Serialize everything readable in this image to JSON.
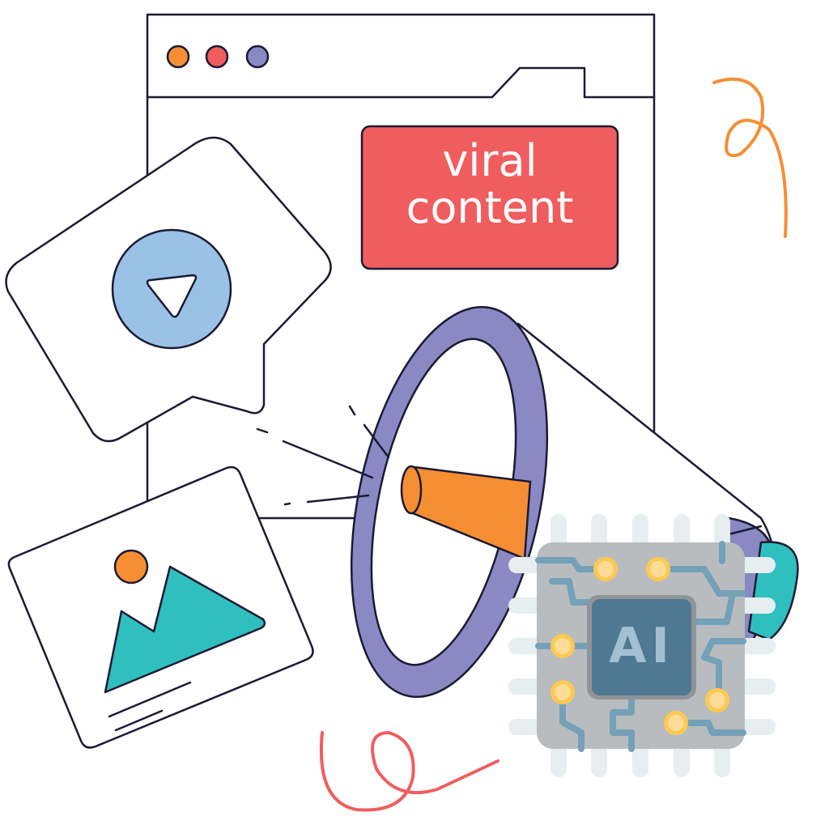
{
  "banner": {
    "line1": "viral",
    "line2": "content"
  },
  "chip": {
    "label": "AI"
  },
  "colors": {
    "outline": "#1B1A33",
    "orange": "#F58E33",
    "red": "#F05D5E",
    "purple": "#8A89C4",
    "blue": "#9AC1E6",
    "teal": "#2FBFBF",
    "chip_body": "#B8BCBF",
    "chip_core": "#4F7892",
    "chip_trace": "#74A1B8",
    "chip_pad": "#FDC950"
  },
  "icons": [
    "window-dot-orange",
    "window-dot-red",
    "window-dot-purple",
    "play-icon",
    "image-icon",
    "megaphone-icon",
    "ai-chip-icon"
  ]
}
